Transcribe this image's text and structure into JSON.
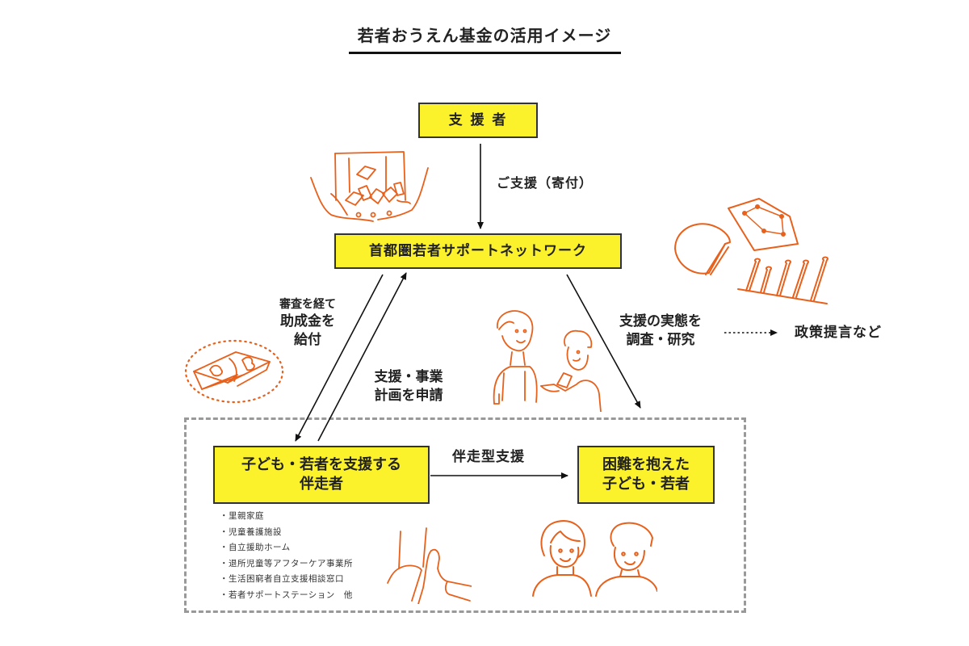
{
  "title": "若者おうえん基金の活用イメージ",
  "nodes": {
    "supporter": "支 援 者",
    "network": "首都圏若者サポートネットワーク",
    "companion_line1": "子ども・若者を支援する",
    "companion_line2": "伴走者",
    "youth_line1": "困難を抱えた",
    "youth_line2": "子ども・若者"
  },
  "edges": {
    "donation": "ご支援（寄付）",
    "grant_line1": "審査を経て",
    "grant_line2": "助成金を",
    "grant_line3": "給付",
    "apply_line1": "支援・事業",
    "apply_line2": "計画を申請",
    "research_line1": "支援の実態を",
    "research_line2": "調査・研究",
    "policy": "政策提言など",
    "accompany": "伴走型支援"
  },
  "companion_examples": [
    "里親家庭",
    "児童養護施設",
    "自立援助ホーム",
    "退所児童等アフターケア事業所",
    "生活困窮者自立支援相談窓口",
    "若者サポートステーション　他"
  ],
  "colors": {
    "box_fill": "#fcf22c",
    "illustration": "#e8611c",
    "dashed_border": "#999999"
  },
  "illustrations": [
    "donation-box-icon",
    "money-bundle-icon",
    "charts-icon",
    "conversation-people-icon",
    "hands-icon",
    "youth-faces-icon"
  ]
}
